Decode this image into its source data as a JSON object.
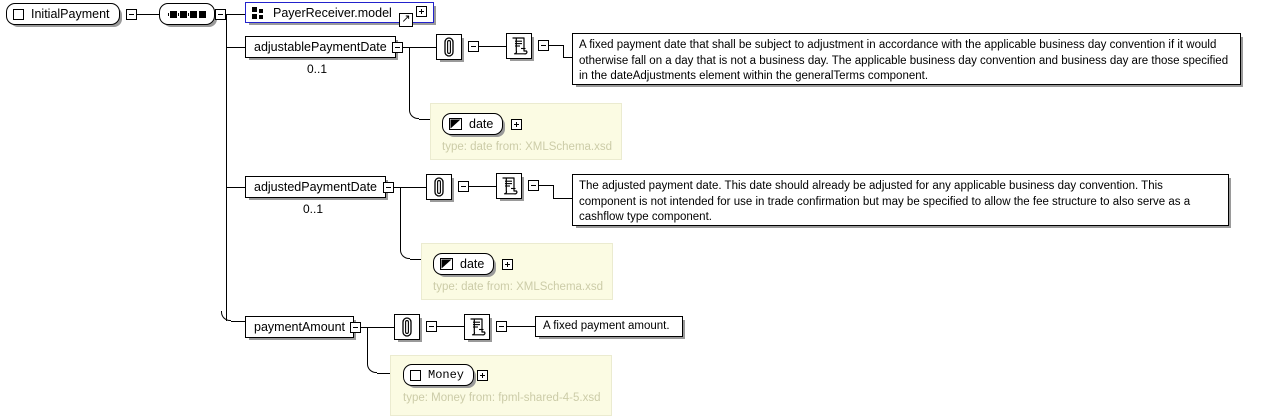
{
  "diagram": {
    "type": "xsd-schema-tree",
    "root": {
      "name": "InitialPayment",
      "icon": "element-icon",
      "toggle": "minus"
    },
    "compositor": {
      "kind": "sequence",
      "icon": "sequence-icon",
      "toggle": "minus"
    },
    "children": [
      {
        "label": "PayerReceiver.model",
        "kind": "model-group-reference",
        "icon": "group-icon",
        "toggle": "plus",
        "goto": "↗",
        "accent": "#2222cc"
      },
      {
        "label": "adjustablePaymentDate",
        "kind": "element",
        "cardinality": "0..1",
        "toggle": "minus",
        "attachment_icon": "paperclip-icon",
        "attachment_toggle": "minus",
        "documentation_icon": "documentation-icon",
        "documentation_toggle": "minus",
        "annotation": "A fixed payment date that shall be subject to adjustment in accordance with the applicable business day convention if it would otherwise fall on a day that is not a business day. The applicable business day convention and business day are those specified in the dateAdjustments element within the generalTerms component.",
        "type_panel": {
          "type_name": "date",
          "type_icon": "simple-type-icon",
          "toggle": "plus",
          "footer": "type: date from: XMLSchema.xsd"
        }
      },
      {
        "label": "adjustedPaymentDate",
        "kind": "element",
        "cardinality": "0..1",
        "toggle": "minus",
        "attachment_icon": "paperclip-icon",
        "attachment_toggle": "minus",
        "documentation_icon": "documentation-icon",
        "documentation_toggle": "minus",
        "annotation": "The adjusted payment date. This date should already be adjusted for any applicable business day convention. This component is not intended for use in trade confirmation but may be specified to allow the fee structure to also serve as a cashflow type component.",
        "type_panel": {
          "type_name": "date",
          "type_icon": "simple-type-icon",
          "toggle": "plus",
          "footer": "type: date from: XMLSchema.xsd"
        }
      },
      {
        "label": "paymentAmount",
        "kind": "element",
        "cardinality": "",
        "toggle": "minus",
        "attachment_icon": "paperclip-icon",
        "attachment_toggle": "minus",
        "documentation_icon": "documentation-icon",
        "documentation_toggle": "minus",
        "annotation": "A fixed payment amount.",
        "type_panel": {
          "type_name": "Money",
          "type_icon": "complex-type-icon",
          "toggle": "plus",
          "footer": "type: Money from: fpml-shared-4-5.xsd"
        }
      }
    ],
    "colors": {
      "background": "#ffffff",
      "line": "#000000",
      "shadow": "#9a9a9a",
      "type_panel_fill": "#fbfbe3",
      "type_panel_text": "#cccca8",
      "model_ref_accent": "#2222cc"
    }
  }
}
